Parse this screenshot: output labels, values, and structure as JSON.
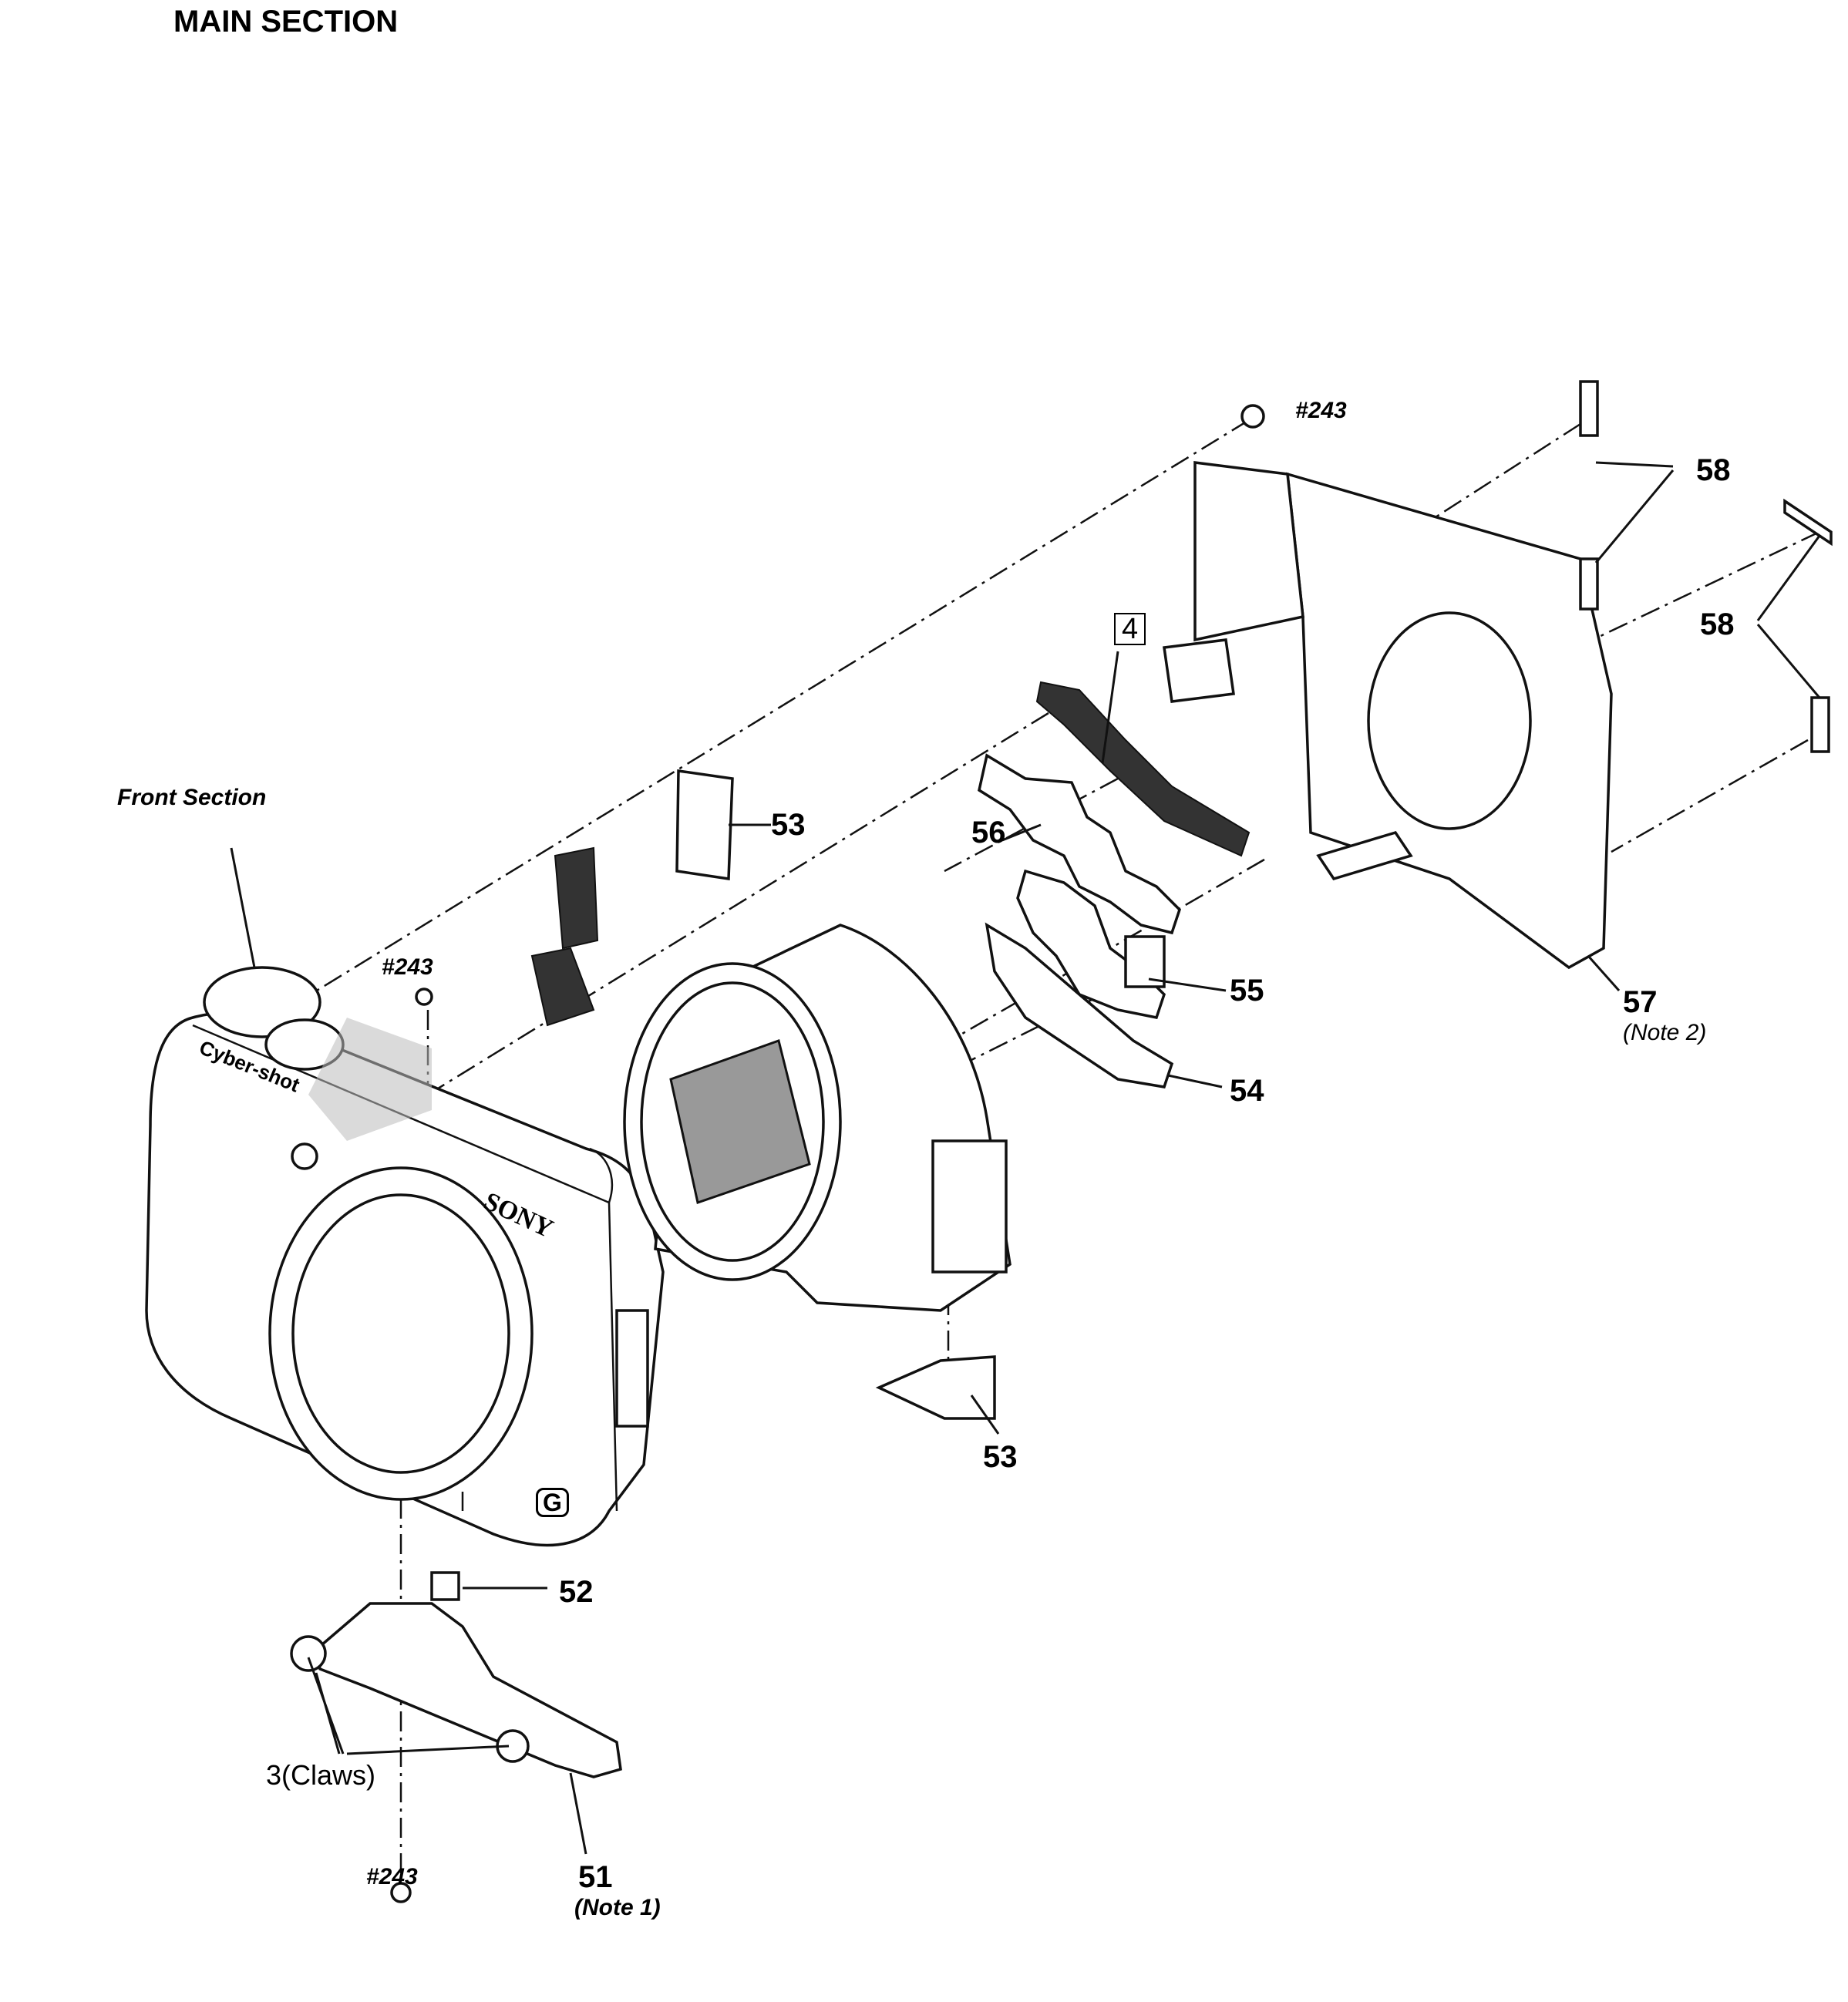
{
  "title": "MAIN SECTION",
  "front_section_label": "Front Section",
  "screw_ref": "#243",
  "callouts": {
    "c51": "51",
    "c51_note": "(Note 1)",
    "c52": "52",
    "c53_top": "53",
    "c53_bottom": "53",
    "c54": "54",
    "c55": "55",
    "c56": "56",
    "c57": "57",
    "c57_note": "(Note 2)",
    "c58_top": "58",
    "c58_right": "58",
    "c4": "4",
    "claws": "3(Claws)"
  },
  "body_text": {
    "brand": "SONY",
    "cybershot": "Cyber-shot",
    "g_logo": "G"
  }
}
